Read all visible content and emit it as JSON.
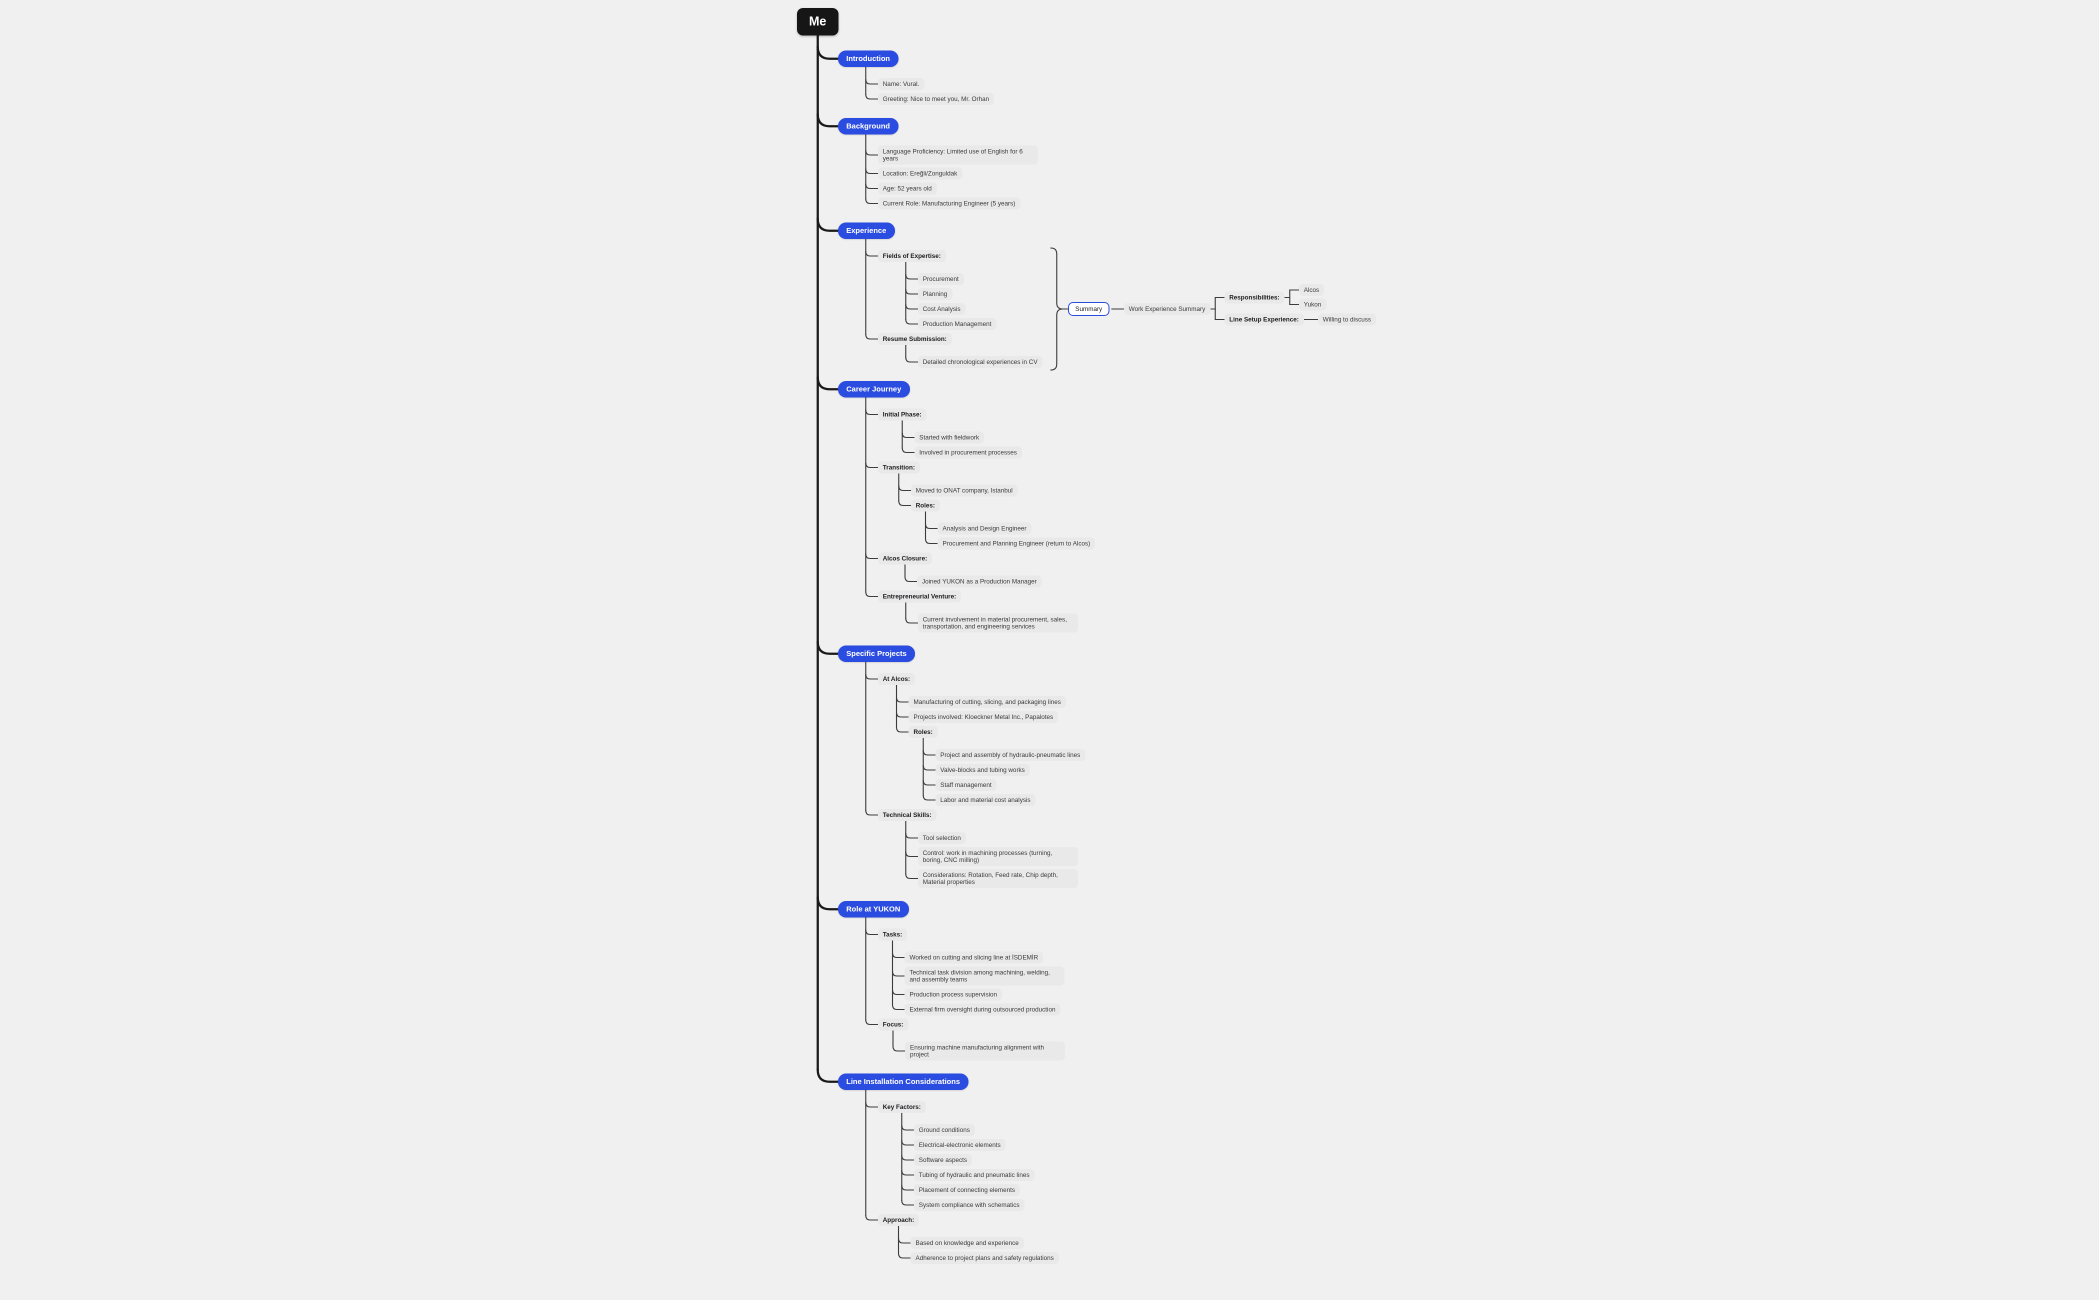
{
  "palette": {
    "canvas_bg": "#f0f0f0",
    "accent_blue": "#2b4ce0",
    "root_bg": "#161616",
    "root_text": "#ffffff",
    "leaf_bg": "#e9e9ea",
    "leaf_text": "#3a3a3c",
    "bold_text": "#1c1c1e",
    "line": "#3c3c3c",
    "spine": "#1a1a1a"
  },
  "tree": {
    "root": {
      "label": "Me"
    },
    "sections": [
      {
        "label": "Introduction",
        "children": [
          {
            "label": "Name: Vural."
          },
          {
            "label": "Greeting: Nice to meet you, Mr. Orhan"
          }
        ]
      },
      {
        "label": "Background",
        "children": [
          {
            "label": "Language Proficiency: Limited use of English for 6 years"
          },
          {
            "label": "Location: Ereğli/Zonguldak"
          },
          {
            "label": "Age: 52 years old"
          },
          {
            "label": "Current Role: Manufacturing Engineer (5 years)"
          }
        ]
      },
      {
        "label": "Experience",
        "children": [
          {
            "label": "Fields of Expertise:",
            "bold": true,
            "children": [
              {
                "label": "Procurement"
              },
              {
                "label": "Planning"
              },
              {
                "label": "Cost Analysis"
              },
              {
                "label": "Production Management"
              }
            ]
          },
          {
            "label": "Resume Submission:",
            "bold": true,
            "children": [
              {
                "label": "Detailed chronological experiences in CV"
              }
            ]
          }
        ]
      },
      {
        "label": "Career Journey",
        "children": [
          {
            "label": "Initial Phase:",
            "bold": true,
            "children": [
              {
                "label": "Started with fieldwork"
              },
              {
                "label": "Involved in procurement processes"
              }
            ]
          },
          {
            "label": "Transition:",
            "bold": true,
            "children": [
              {
                "label": "Moved to ONAT company, Istanbul"
              },
              {
                "label": "Roles:",
                "bold": true,
                "children": [
                  {
                    "label": "Analysis and Design Engineer"
                  },
                  {
                    "label": "Procurement and Planning Engineer (return to Alcos)"
                  }
                ]
              }
            ]
          },
          {
            "label": "Alcos Closure:",
            "bold": true,
            "children": [
              {
                "label": "Joined YUKON as a Production Manager"
              }
            ]
          },
          {
            "label": "Entrepreneurial Venture:",
            "bold": true,
            "children": [
              {
                "label": "Current involvement in material procurement, sales, transportation, and engineering services"
              }
            ]
          }
        ]
      },
      {
        "label": "Specific Projects",
        "children": [
          {
            "label": "At Alcos:",
            "bold": true,
            "children": [
              {
                "label": "Manufacturing of cutting, slicing, and packaging lines"
              },
              {
                "label": "Projects involved: Kloeckner Metal Inc., Papalotes"
              },
              {
                "label": "Roles:",
                "bold": true,
                "children": [
                  {
                    "label": "Project and assembly of hydraulic-pneumatic lines"
                  },
                  {
                    "label": "Valve-blocks and tubing works"
                  },
                  {
                    "label": "Staff management"
                  },
                  {
                    "label": "Labor and material cost analysis"
                  }
                ]
              }
            ]
          },
          {
            "label": "Technical Skills:",
            "bold": true,
            "children": [
              {
                "label": "Tool selection"
              },
              {
                "label": "Control: work in machining processes (turning, boring, CNC milling)"
              },
              {
                "label": "Considerations: Rotation, Feed rate, Chip depth, Material properties"
              }
            ]
          }
        ]
      },
      {
        "label": "Role at YUKON",
        "children": [
          {
            "label": "Tasks:",
            "bold": true,
            "children": [
              {
                "label": "Worked on cutting and slicing line at İSDEMİR"
              },
              {
                "label": "Technical task division among machining, welding, and assembly teams"
              },
              {
                "label": "Production process supervision"
              },
              {
                "label": "External firm oversight during outsourced production"
              }
            ]
          },
          {
            "label": "Focus:",
            "bold": true,
            "children": [
              {
                "label": "Ensuring machine manufacturing alignment with project"
              }
            ]
          }
        ]
      },
      {
        "label": "Line Installation Considerations",
        "children": [
          {
            "label": "Key Factors:",
            "bold": true,
            "children": [
              {
                "label": "Ground conditions"
              },
              {
                "label": "Electrical-electronic elements"
              },
              {
                "label": "Software aspects"
              },
              {
                "label": "Tubing of hydraulic and pneumatic lines"
              },
              {
                "label": "Placement of connecting elements"
              },
              {
                "label": "System compliance with schematics"
              }
            ]
          },
          {
            "label": "Approach:",
            "bold": true,
            "children": [
              {
                "label": "Based on knowledge and experience"
              },
              {
                "label": "Adherence to project plans and safety regulations"
              }
            ]
          }
        ]
      }
    ]
  },
  "annex": {
    "attach_to": "Experience",
    "summary_label": "Summary",
    "summary_text": "Work Experience Summary",
    "branches": [
      {
        "label": "Responsibilities:",
        "children": [
          "Alcos",
          "Yukon"
        ]
      },
      {
        "label": "Line Setup Experience:",
        "children": [
          "Willing to discuss"
        ]
      }
    ]
  }
}
